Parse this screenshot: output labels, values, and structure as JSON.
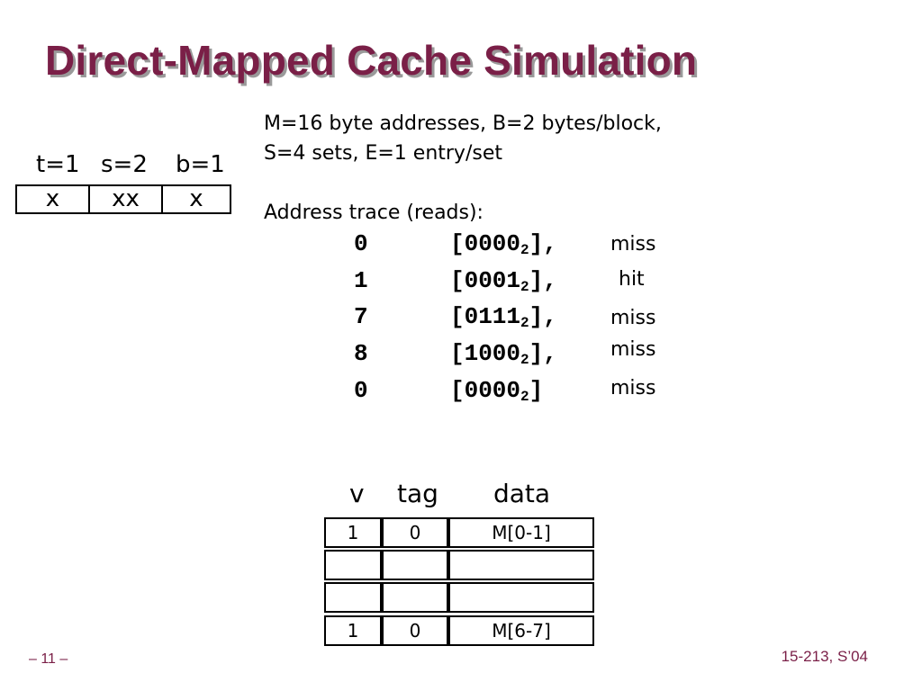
{
  "slide": {
    "title": "Direct-Mapped Cache Simulation",
    "params_line1": "M=16 byte addresses, B=2 bytes/block,",
    "params_line2": "S=4 sets, E=1 entry/set",
    "trace_heading": "Address trace (reads):"
  },
  "address_format": {
    "labels": [
      "t=1",
      "s=2",
      "b=1"
    ],
    "fields": [
      "x",
      "xx",
      "x"
    ]
  },
  "trace": [
    {
      "dec": "0",
      "bin": "[0000",
      "sub": "2",
      "tail": "],",
      "result": "miss"
    },
    {
      "dec": "1",
      "bin": "[0001",
      "sub": "2",
      "tail": "],",
      "result": "hit"
    },
    {
      "dec": "7",
      "bin": "[0111",
      "sub": "2",
      "tail": "],",
      "result": "miss"
    },
    {
      "dec": "8",
      "bin": "[1000",
      "sub": "2",
      "tail": "],",
      "result": "miss"
    },
    {
      "dec": "0",
      "bin": "[0000",
      "sub": "2",
      "tail": "]",
      "result": "miss"
    }
  ],
  "cache": {
    "headers": {
      "v": "v",
      "tag": "tag",
      "data": "data"
    },
    "lines": [
      {
        "v": "1",
        "tag": "0",
        "data": "M[0-1]"
      },
      {
        "v": "",
        "tag": "",
        "data": ""
      },
      {
        "v": "",
        "tag": "",
        "data": ""
      },
      {
        "v": "1",
        "tag": "0",
        "data": "M[6-7]"
      }
    ]
  },
  "footer": {
    "page": "– 11 –",
    "course": "15-213, S’04"
  }
}
